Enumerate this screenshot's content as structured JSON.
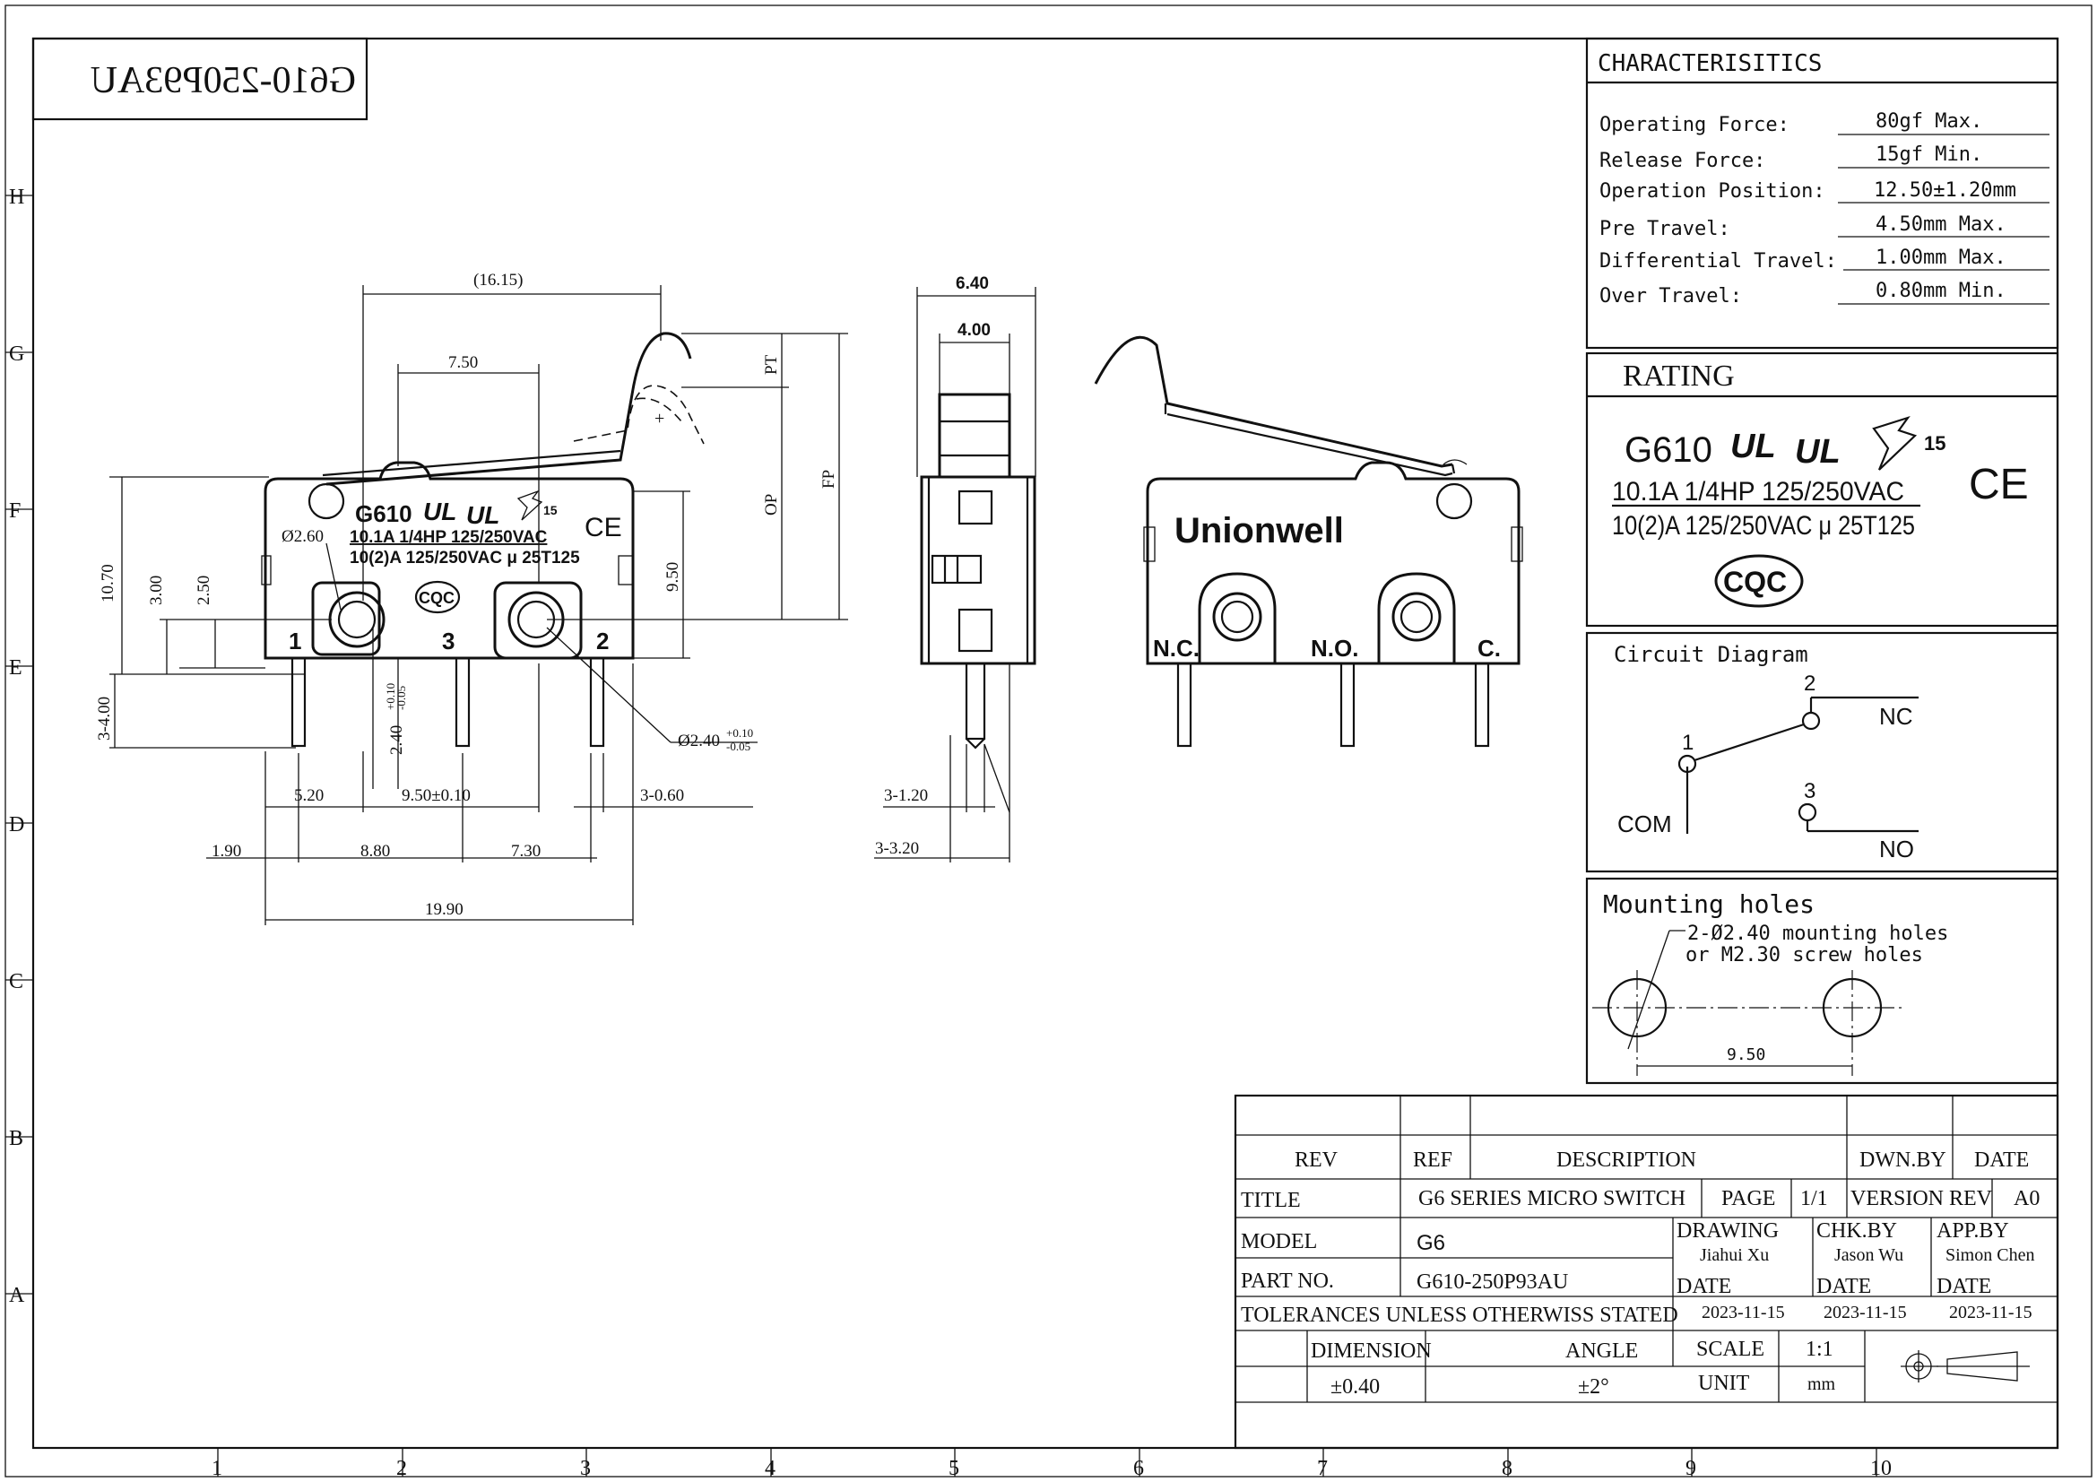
{
  "frame": {
    "row_labels": [
      "H",
      "G",
      "F",
      "E",
      "D",
      "C",
      "B",
      "A"
    ],
    "col_labels": [
      "1",
      "2",
      "3",
      "4",
      "5",
      "6",
      "7",
      "8",
      "9",
      "10"
    ]
  },
  "stamp_mirrored": "G610-250P93AU",
  "front_view": {
    "model": "G610",
    "rating_line1": "10.1A 1/4HP 125/250VAC",
    "rating_line2": "10(2)A 125/250VAC μ 25T125",
    "cqc": "CQC",
    "ce": "CE",
    "ul": "UL",
    "tuv_number": "15",
    "pins": [
      "1",
      "3",
      "2"
    ],
    "dims": {
      "overall_to_actuator": "(16.15)",
      "lever_pivot": "7.50",
      "height_total": "10.70",
      "hole_height_1": "3.00",
      "hole_height_2": "2.50",
      "op_right": "9.50",
      "pin_len": "3-4.00",
      "hole_dia": "Ø2.60",
      "pin_width": "2.40",
      "pin_tol_up": "+0.10",
      "pin_tol_dn": "-0.05",
      "hole_dia2": "Ø2.40",
      "hole_tol_up": "+0.10",
      "hole_tol_dn": "-0.05",
      "pt": "PT",
      "op": "OP",
      "fp": "FP",
      "d_5_20": "5.20",
      "d_9_50": "9.50±0.10",
      "d_3_060": "3-0.60",
      "d_1_90": "1.90",
      "d_8_80": "8.80",
      "d_7_30": "7.30",
      "d_19_90": "19.90"
    }
  },
  "side_view": {
    "d_6_40": "6.40",
    "d_4_00": "4.00",
    "d_3_120": "3-1.20",
    "d_3_320": "3-3.20"
  },
  "rear_view": {
    "brand": "Unionwell",
    "nc": "N.C.",
    "no": "N.O.",
    "c": "C."
  },
  "characteristics": {
    "title": "CHARACTERISITICS",
    "rows": [
      {
        "label": "Operating Force:",
        "value": "80gf Max."
      },
      {
        "label": "Release Force:",
        "value": "15gf Min."
      },
      {
        "label": "Operation Position:",
        "value": "12.50±1.20mm"
      },
      {
        "label": "Pre Travel:",
        "value": "4.50mm Max."
      },
      {
        "label": "Differential Travel:",
        "value": "1.00mm Max."
      },
      {
        "label": "Over Travel:",
        "value": "0.80mm Min."
      }
    ]
  },
  "rating": {
    "title": "RATING",
    "model": "G610",
    "line1": "10.1A 1/4HP 125/250VAC",
    "line2": "10(2)A 125/250VAC μ 25T125",
    "cqc": "CQC",
    "ce": "CE",
    "tuv_number": "15"
  },
  "circuit": {
    "title": "Circuit Diagram",
    "n1": "1",
    "n2": "2",
    "n3": "3",
    "nc": "NC",
    "no": "NO",
    "com": "COM"
  },
  "mounting": {
    "title": "Mounting holes",
    "note1": "2-Ø2.40 mounting holes",
    "note2": "or M2.30 screw holes",
    "spacing": "9.50"
  },
  "title_block": {
    "rev": "REV",
    "ref": "REF",
    "description": "DESCRIPTION",
    "dwn_by": "DWN.BY",
    "date": "DATE",
    "title_label": "TITLE",
    "title_value": "G6 SERIES MICRO SWITCH",
    "page_label": "PAGE",
    "page_value": "1/1",
    "version_label": "VERSION REV",
    "version_value": "A0",
    "model_label": "MODEL",
    "model_value": "G6",
    "drawing_label": "DRAWING",
    "drawing_by": "Jiahui Xu",
    "chk_label": "CHK.BY",
    "chk_by": "Jason Wu",
    "app_label": "APP.BY",
    "app_by": "Simon Chen",
    "part_label": "PART NO.",
    "part_value": "G610-250P93AU",
    "date_label": "DATE",
    "date1": "2023-11-15",
    "date2": "2023-11-15",
    "date3": "2023-11-15",
    "tolerances": "TOLERANCES UNLESS OTHERWISS STATED",
    "dimension_label": "DIMENSION",
    "dimension_value": "±0.40",
    "angle_label": "ANGLE",
    "angle_value": "±2°",
    "scale_label": "SCALE",
    "scale_value": "1:1",
    "unit_label": "UNIT",
    "unit_value": "mm"
  }
}
